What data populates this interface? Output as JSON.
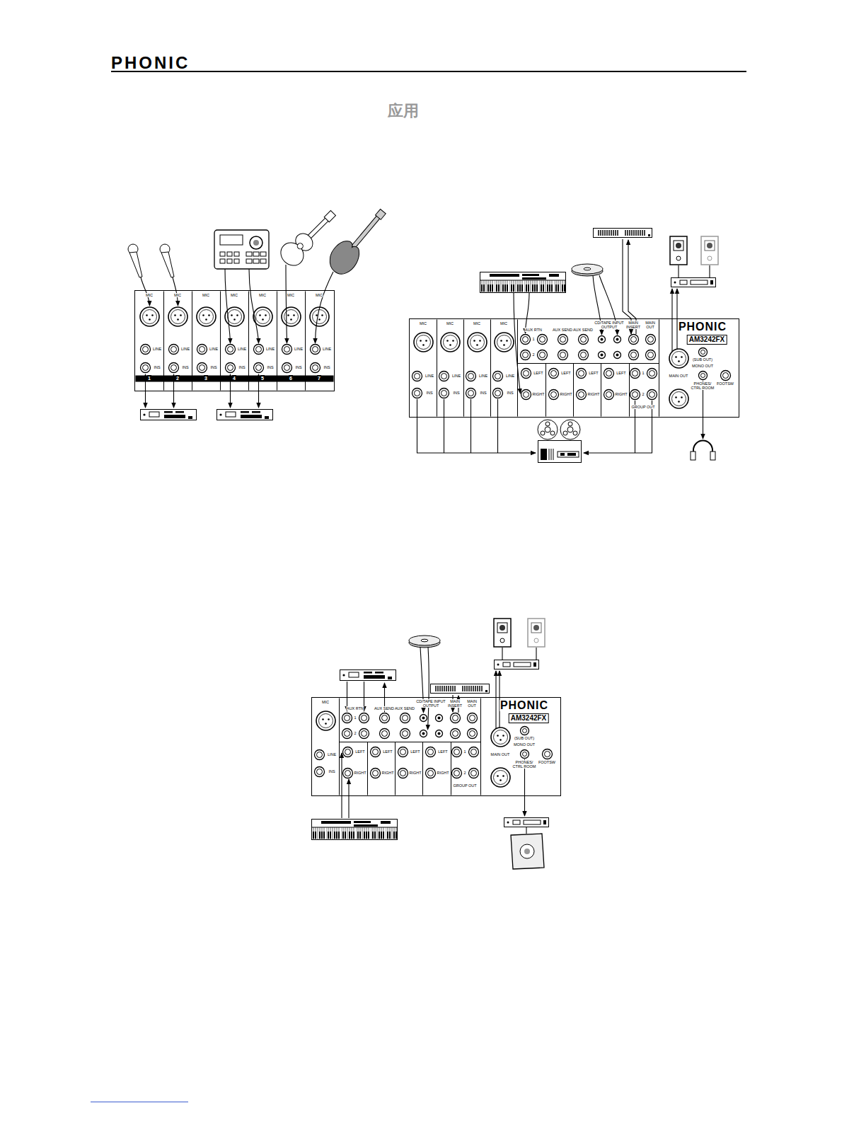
{
  "diagram": {
    "title": "应用",
    "nodes": [
      {
        "text": [
          "MIC",
          "LINE",
          "INS",
          "MIC",
          "LINE",
          "INS",
          "MIC",
          "LINE",
          "INS",
          "MIC",
          "LINE",
          "INS",
          "MIC",
          "LINE",
          "INS",
          "MIC",
          "LINE",
          "INS",
          "MIC",
          "LINE",
          "INS",
          "1",
          "2",
          "3",
          "4",
          "5",
          "6",
          "7"
        ]
      },
      {
        "text": [
          "MIC",
          "LINE",
          "INS",
          "MIC",
          "LINE",
          "INS",
          "MIC",
          "LINE",
          "INS",
          "MIC",
          "LINE",
          "INS",
          "AUX RTN",
          "1",
          "2",
          "AUX SEND",
          "AUX SEND",
          "CD/TAPE INPUT OUTPUT",
          "MAIN INSERT",
          "MAIN OUT",
          "PHONIC",
          "AM3242FX",
          "MAIN OUT",
          "(SUB OUT)",
          "MONO OUT",
          "PHONES/ CTRL ROOM",
          "FOOTSW",
          "LEFT",
          "RIGHT",
          "LEFT",
          "RIGHT",
          "LEFT",
          "RIGHT",
          "LEFT",
          "RIGHT",
          "1",
          "2",
          "GROUP OUT"
        ]
      },
      {
        "text": [
          "MIC",
          "LINE",
          "INS",
          "AUX RTN",
          "1",
          "2",
          "AUX SEND",
          "AUX SEND",
          "CD/TAPE INPUT OUTPUT",
          "MAIN INSERT",
          "MAIN OUT",
          "PHONIC",
          "AM3242FX",
          "MAIN OUT",
          "(SUB OUT)",
          "MONO OUT",
          "PHONES/ CTRL ROOM",
          "FOOTSW",
          "LEFT",
          "RIGHT",
          "LEFT",
          "RIGHT",
          "LEFT",
          "RIGHT",
          "LEFT",
          "RIGHT",
          "1",
          "2",
          "GROUP OUT"
        ]
      }
    ],
    "labels": [
      "PHONIC"
    ]
  }
}
